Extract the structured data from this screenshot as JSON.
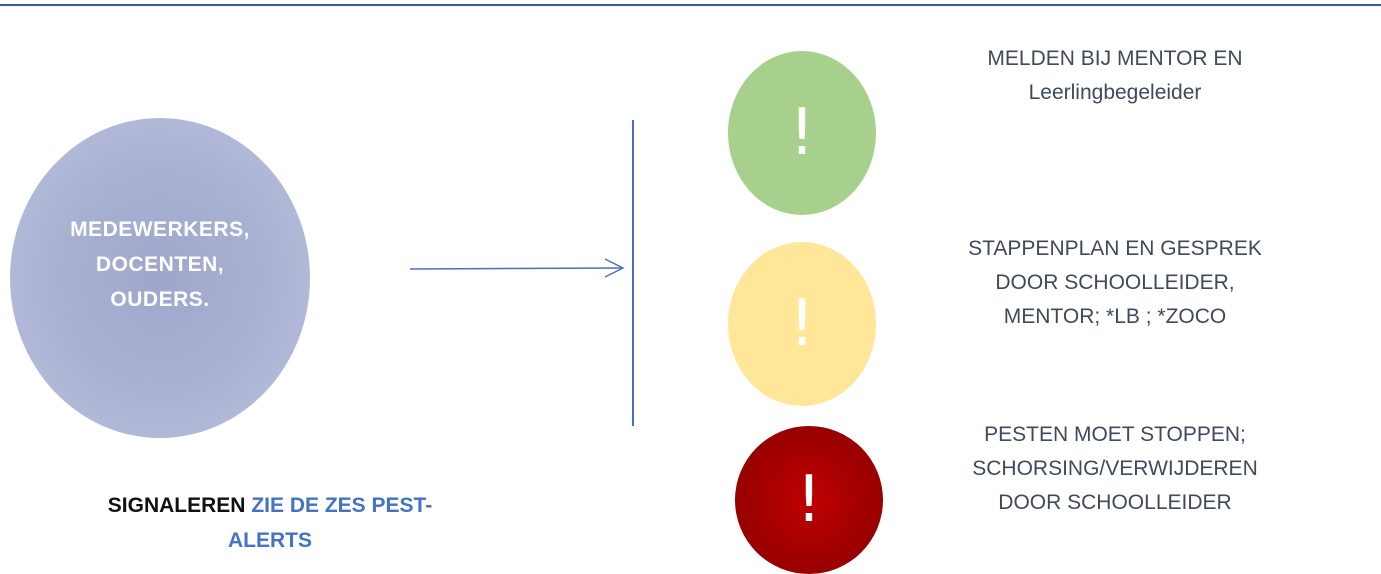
{
  "source": {
    "lines": [
      "MEDEWERKERS,",
      "DOCENTEN,",
      "OUDERS."
    ]
  },
  "caption": {
    "prefix": "SIGNALEREN",
    "link_line1": "ZIE DE ZES PEST-",
    "link_line2": "ALERTS"
  },
  "steps": [
    {
      "color": "#a8d08d",
      "symbol": "!",
      "lines": [
        "MELDEN BIJ MENTOR EN",
        "Leerlingbegeleider"
      ]
    },
    {
      "color": "#ffe699",
      "symbol": "!",
      "lines": [
        "STAPPENPLAN EN GESPREK",
        "DOOR SCHOOLLEIDER,",
        "MENTOR; *LB ; *ZOCO"
      ]
    },
    {
      "color": "#c00000",
      "symbol": "!",
      "lines": [
        "PESTEN MOET STOPPEN;",
        "SCHORSING/VERWIJDEREN",
        "DOOR SCHOOLLEIDER"
      ]
    }
  ],
  "colors": {
    "accent_blue": "#4472c4",
    "source_circle": "#a8b0d2"
  }
}
